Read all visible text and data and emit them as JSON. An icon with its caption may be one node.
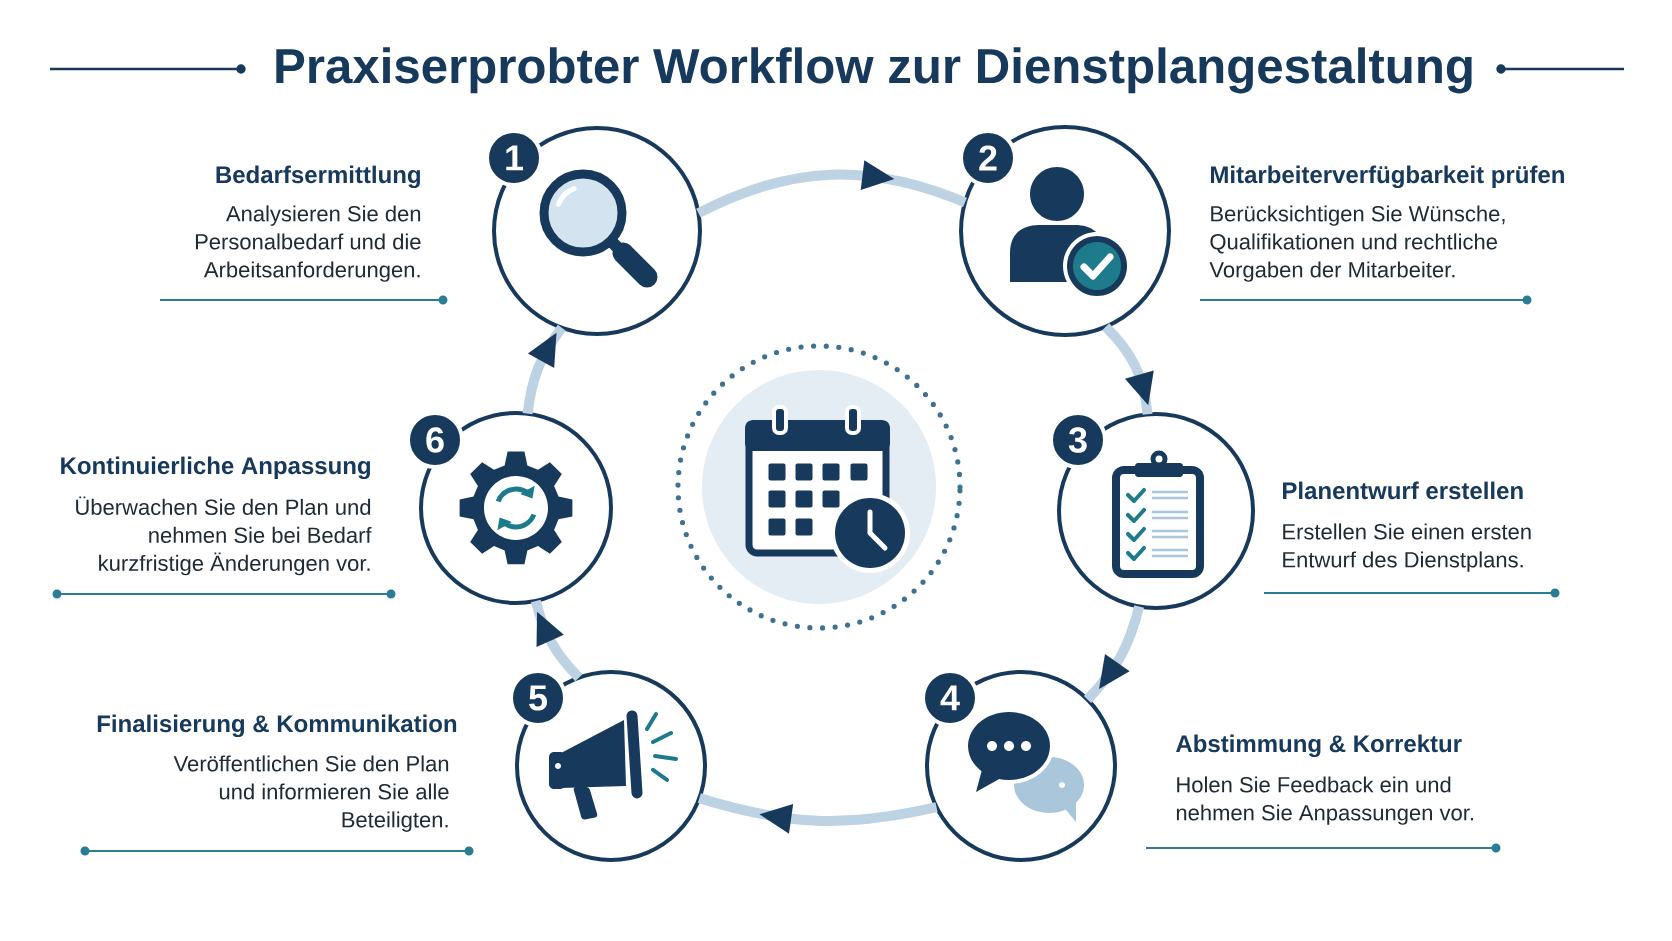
{
  "diagram": {
    "title": "Praxiserprobter Workflow zur Dienstplangestaltung",
    "nodes": [
      {
        "text": [
          "1"
        ],
        "beside": [
          "Bedarfsermittlung",
          "Analysieren Sie den Personalbedarf und die Arbeitsanforderungen."
        ]
      },
      {
        "text": [
          "2"
        ],
        "beside": [
          "Mitarbeiterverfügbarkeit prüfen",
          "Berücksichtigen Sie Wünsche, Qualifikationen und rechtliche Vorgaben der Mitarbeiter."
        ]
      },
      {
        "text": [
          "3"
        ],
        "beside": [
          "Planentwurf erstellen",
          "Erstellen Sie einen ersten Entwurf des Dienstplans."
        ]
      },
      {
        "text": [
          "4"
        ],
        "beside": [
          "Abstimmung & Korrektur",
          "Holen Sie Feedback ein und nehmen Sie Anpassungen vor."
        ]
      },
      {
        "text": [
          "5"
        ],
        "beside": [
          "Finalisierung & Kommunikation",
          "Veröffentlichen Sie den Plan und informieren Sie alle Beteiligten."
        ]
      },
      {
        "text": [
          "6"
        ],
        "beside": [
          "Kontinuierliche Anpassung",
          "Überwachen Sie den Plan und nehmen Sie bei Bedarf kurzfristige Änderungen vor."
        ]
      }
    ],
    "edges": [
      {
        "from": 0,
        "to": 1,
        "arrow": "to"
      },
      {
        "from": 1,
        "to": 2,
        "arrow": "to"
      },
      {
        "from": 2,
        "to": 3,
        "arrow": "to"
      },
      {
        "from": 3,
        "to": 4,
        "arrow": "to"
      },
      {
        "from": 4,
        "to": 5,
        "arrow": "to"
      },
      {
        "from": 5,
        "to": 0,
        "arrow": "to"
      }
    ]
  }
}
